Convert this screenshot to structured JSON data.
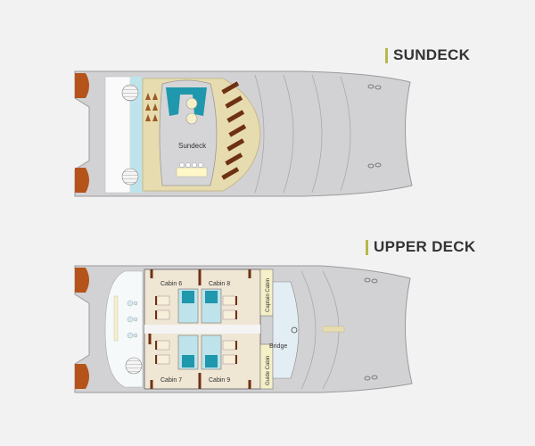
{
  "sundeck": {
    "title": "SUNDECK",
    "area_label": "Sundeck"
  },
  "upper_deck": {
    "title": "UPPER DECK",
    "cabins": [
      "Cabin 6",
      "Cabin 8",
      "Cabin 7",
      "Cabin 9"
    ],
    "captain_cabin": "Captain Cabin",
    "guide_cabin": "Guide Cabin",
    "bridge": "Bridge"
  },
  "colors": {
    "hull": "#d2d2d4",
    "deck_white": "#fafafa",
    "pool_blue": "#bfe3ea",
    "teal": "#1f97ad",
    "sand": "#e7dcaf",
    "lounger": "#6e3113",
    "stair_orange": "#b5531b",
    "cabin_floor": "#efe6d4"
  }
}
